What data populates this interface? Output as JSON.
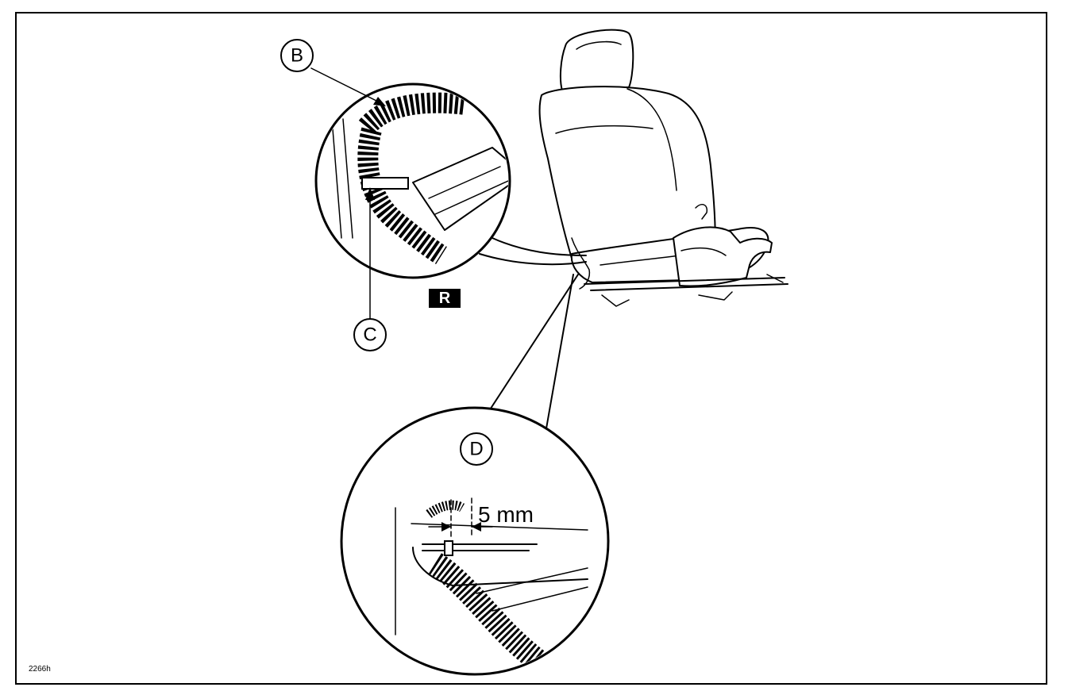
{
  "labels": {
    "b": "B",
    "c": "C",
    "d": "D",
    "r": "R"
  },
  "dimension": "5 mm",
  "figure_code": "2266h"
}
